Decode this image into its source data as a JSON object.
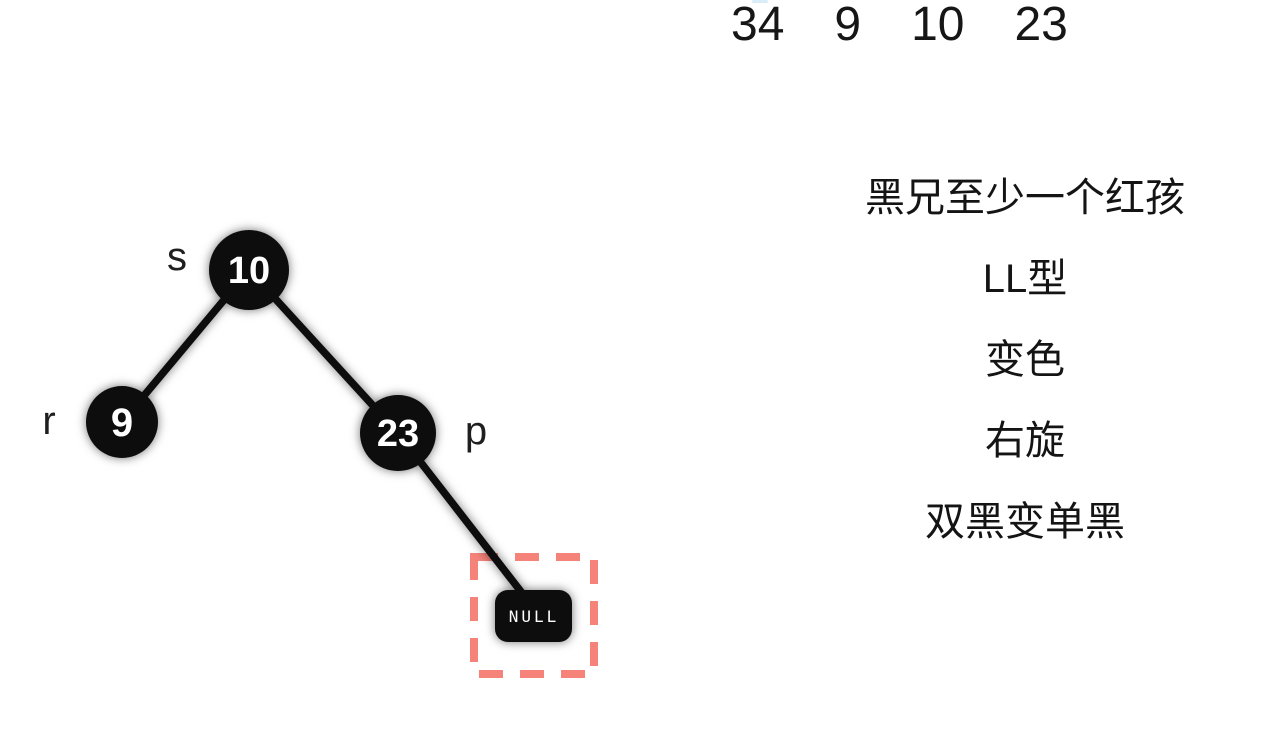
{
  "top_numbers": {
    "values": [
      "34",
      "9",
      "10",
      "23"
    ]
  },
  "tree": {
    "nodes": [
      {
        "value": "10",
        "label": "s"
      },
      {
        "value": "9",
        "label": "r"
      },
      {
        "value": "23",
        "label": "p"
      }
    ],
    "null_node": {
      "value": "NULL"
    },
    "colors": {
      "node_fill": "#0a0a0a",
      "node_text": "#ffffff",
      "edge": "#0b0b0b",
      "highlight_box": "#f5837a"
    }
  },
  "annotations": {
    "lines": [
      "黑兄至少一个红孩",
      "LL型",
      "变色",
      "右旋",
      "双黑变单黑"
    ]
  }
}
